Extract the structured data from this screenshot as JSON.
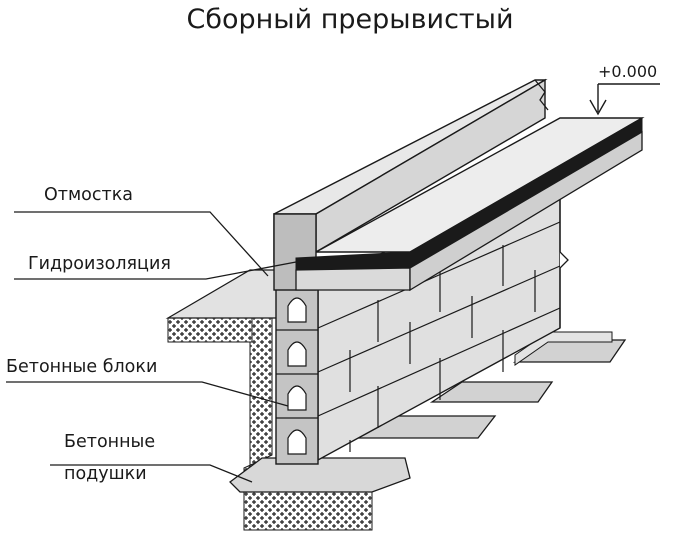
{
  "title": "Сборный прерывистый",
  "elevation_mark": "+0.000",
  "labels": {
    "blind_area": "Отмостка",
    "waterproofing": "Гидроизоляция",
    "concrete_blocks": "Бетонные блоки",
    "concrete_pads_line1": "Бетонные",
    "concrete_pads_line2": "подушки"
  },
  "colors": {
    "background": "#ffffff",
    "outline": "#1a1a1a",
    "block_fill": "#dcdcdc",
    "section_fill": "#b8b8b8",
    "waterproofing_fill": "#1a1a1a"
  }
}
